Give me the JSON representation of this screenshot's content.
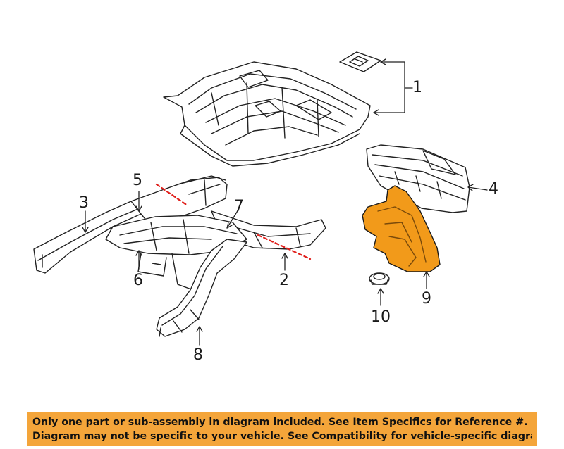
{
  "callouts": {
    "c1": "1",
    "c2": "2",
    "c3": "3",
    "c4": "4",
    "c5": "5",
    "c6": "6",
    "c7": "7",
    "c8": "8",
    "c9": "9",
    "c10": "10"
  },
  "banner": {
    "line1": "Only one part or sub-assembly in diagram included. See Item Specifics for Reference #.",
    "line2": "Diagram may not be specific to your vehicle. See Compatibility for vehicle-specific diagrams."
  },
  "colors": {
    "highlight_part": "#f29a1a",
    "banner_bg": "#f4a53a",
    "cut_line": "#e0201c",
    "line_art": "#222222"
  }
}
